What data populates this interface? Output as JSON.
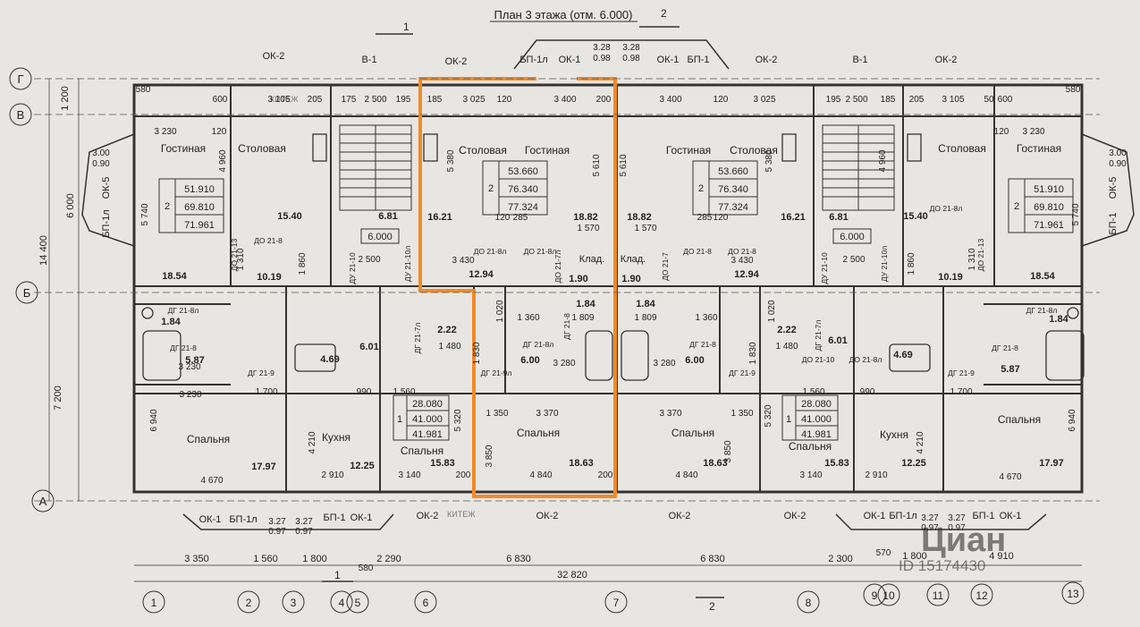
{
  "title": "План 3 этажа (отм. 6.000)",
  "section_marks": [
    "1",
    "2"
  ],
  "axes_letters": [
    "Г",
    "В",
    "Б",
    "А"
  ],
  "axes_numbers": [
    "1",
    "2",
    "3",
    "4",
    "5",
    "6",
    "7",
    "8",
    "9",
    "10",
    "11",
    "12",
    "13"
  ],
  "bottom_dims": [
    "3 350",
    "1 560",
    "1 800",
    "2 290",
    "6 830",
    "6 830",
    "2 300",
    "1 800",
    "4 910"
  ],
  "bottom_small": [
    "580",
    "570"
  ],
  "total_width": "32 820",
  "left_dims": [
    "1 200",
    "6 000",
    "14 400",
    "7 200"
  ],
  "windows_top": [
    "ОК-2",
    "В-1",
    "ОК-2",
    "БП-1л",
    "ОК-1",
    "ОК-1",
    "БП-1",
    "ОК-2",
    "В-1",
    "ОК-2"
  ],
  "windows_bottom": [
    "ОК-1",
    "БП-1л",
    "БП-1",
    "ОК-1",
    "ОК-2",
    "ОК-2",
    "ОК-2",
    "ОК-2",
    "ОК-1",
    "БП-1л",
    "БП-1",
    "ОК-1"
  ],
  "balcony_marks": [
    {
      "a": "3.28",
      "b": "0.98"
    },
    {
      "a": "3.28",
      "b": "0.98"
    },
    {
      "a": "3.00",
      "b": "0.90"
    },
    {
      "a": "3.00",
      "b": "0.90"
    },
    {
      "a": "3.27",
      "b": "0.97"
    },
    {
      "a": "3.27",
      "b": "0.97"
    },
    {
      "a": "3.27",
      "b": "0.97"
    },
    {
      "a": "3.27",
      "b": "0.97"
    }
  ],
  "side_labels": [
    "БП-1л",
    "ОК-5",
    "БП-1",
    "ОК-5"
  ],
  "apartments": [
    {
      "rooms": "2",
      "areas": [
        "51.910",
        "69.810",
        "71.961"
      ]
    },
    {
      "rooms": "2",
      "areas": [
        "53.660",
        "76.340",
        "77.324"
      ]
    },
    {
      "rooms": "2",
      "areas": [
        "53.660",
        "76.340",
        "77.324"
      ]
    },
    {
      "rooms": "2",
      "areas": [
        "51.910",
        "69.810",
        "71.961"
      ]
    },
    {
      "rooms": "1",
      "areas": [
        "28.080",
        "41.000",
        "41.981"
      ]
    },
    {
      "rooms": "1",
      "areas": [
        "28.080",
        "41.000",
        "41.981"
      ]
    }
  ],
  "rooms": [
    {
      "name": "Гостиная"
    },
    {
      "name": "Столовая"
    },
    {
      "name": "Столовая"
    },
    {
      "name": "Гостиная"
    },
    {
      "name": "Гостиная"
    },
    {
      "name": "Столовая"
    },
    {
      "name": "Столовая"
    },
    {
      "name": "Гостиная"
    },
    {
      "name": "Спальня"
    },
    {
      "name": "Кухня"
    },
    {
      "name": "Спальня"
    },
    {
      "name": "Спальня"
    },
    {
      "name": "Спальня"
    },
    {
      "name": "Спальня"
    },
    {
      "name": "Кухня"
    },
    {
      "name": "Спальня"
    },
    {
      "name": "Клад."
    },
    {
      "name": "Клад."
    }
  ],
  "room_areas": [
    "18.54",
    "15.40",
    "16.21",
    "18.82",
    "18.82",
    "16.21",
    "15.40",
    "18.54",
    "10.19",
    "12.94",
    "12.94",
    "10.19",
    "1.84",
    "1.84",
    "1.84",
    "1.84",
    "5.87",
    "5.87",
    "4.69",
    "4.69",
    "6.01",
    "6.01",
    "2.22",
    "2.22",
    "6.00",
    "6.00",
    "6.81",
    "6.81",
    "1.90",
    "1.90",
    "17.97",
    "12.25",
    "15.83",
    "18.63",
    "18.63",
    "15.83",
    "12.25",
    "17.97"
  ],
  "levels": [
    "6.000",
    "6.000"
  ],
  "dims_top": [
    "600",
    "580",
    "3 105",
    "205",
    "175",
    "2 500",
    "195",
    "185",
    "3 025",
    "120",
    "3 400",
    "200",
    "3 400",
    "120",
    "3 025",
    "195",
    "2 500",
    "185",
    "205",
    "3 105",
    "50",
    "600",
    "580",
    "3 230",
    "120",
    "3 230",
    "120"
  ],
  "dims_inner": [
    "4 960",
    "5 740",
    "5 380",
    "5 610",
    "5 610",
    "5 380",
    "4 960",
    "5 740",
    "1 570",
    "1 570",
    "285",
    "120",
    "285",
    "120",
    "3 430",
    "3 430",
    "2 500",
    "2 500",
    "1 310",
    "1 310",
    "1 860",
    "1 860",
    "1 020",
    "1 020",
    "1 360",
    "1 360",
    "1 809",
    "1 809",
    "1 480",
    "1 480",
    "3 280",
    "3 280",
    "1 830",
    "1 830",
    "3 230",
    "3 230",
    "1 700",
    "1 700",
    "1 560",
    "1 560",
    "3 370",
    "3 370",
    "1 350",
    "1 350",
    "3 850",
    "3 850",
    "6 940",
    "6 940",
    "4 210",
    "4 210",
    "5 320",
    "5 320",
    "4 670",
    "4 670",
    "2 910",
    "2 910",
    "3 140",
    "3 140",
    "4 840",
    "4 840",
    "200",
    "200",
    "990",
    "990"
  ],
  "doors": [
    "ДО 21-8",
    "ДО 21-13",
    "ДГ 21-8л",
    "ДГ 21-8",
    "ДГ 21-9",
    "ДУ 21-10",
    "ДУ 21-10л",
    "ДО 21-8л",
    "ДО 21-8л",
    "ДО 21-7л",
    "ДГ 21-7л",
    "ДГ 21-8л",
    "ДГ 21-9л",
    "ДГ 21-8",
    "ДО 21-8",
    "ДГ 21-8",
    "ДО 21-7",
    "ДГ 21-9",
    "ДО 21-8",
    "ДУ 21-10",
    "ДУ 21-10л",
    "ДГ 21-7л",
    "ДО 21-10",
    "ДО 21-8л",
    "ДГ 21-8",
    "ДГ 21-9",
    "ДО 21-8л",
    "ДО 21-13",
    "ДГ 21-8л"
  ],
  "watermark": {
    "brand": "Циан",
    "id": "ID 15174430",
    "small": [
      "КИТЕЖ",
      "КИТЕЖ"
    ]
  },
  "highlight_color": "#f08a28",
  "ink_color": "#333333",
  "paper_color": "#e8e6e2"
}
